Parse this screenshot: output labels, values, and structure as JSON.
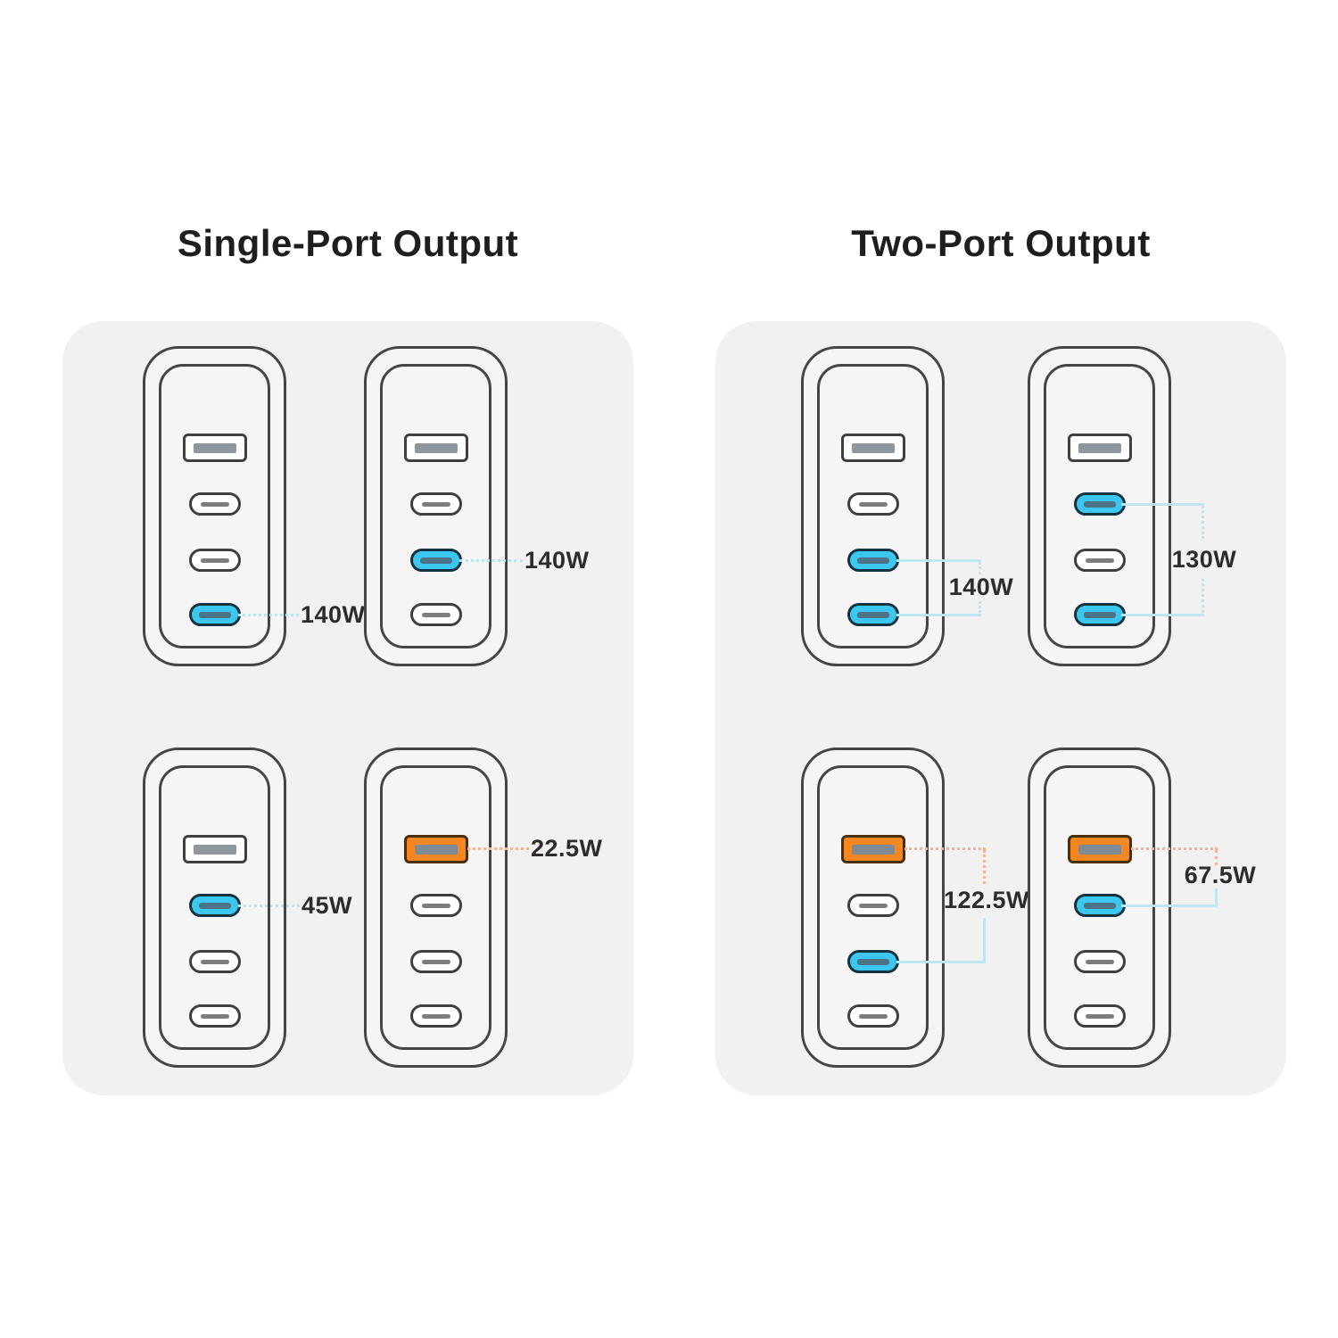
{
  "sections": [
    {
      "title": "Single-Port Output",
      "chargers": [
        {
          "label": "140W",
          "ports": [
            {
              "type": "usb-a",
              "active": false
            },
            {
              "type": "usb-c",
              "active": false
            },
            {
              "type": "usb-c",
              "active": false
            },
            {
              "type": "usb-c",
              "active": true,
              "highlight": "blue"
            }
          ]
        },
        {
          "label": "140W",
          "ports": [
            {
              "type": "usb-a",
              "active": false
            },
            {
              "type": "usb-c",
              "active": false
            },
            {
              "type": "usb-c",
              "active": true,
              "highlight": "blue"
            },
            {
              "type": "usb-c",
              "active": false
            }
          ]
        },
        {
          "label": "45W",
          "ports": [
            {
              "type": "usb-a",
              "active": false
            },
            {
              "type": "usb-c",
              "active": true,
              "highlight": "blue"
            },
            {
              "type": "usb-c",
              "active": false
            },
            {
              "type": "usb-c",
              "active": false
            }
          ]
        },
        {
          "label": "22.5W",
          "ports": [
            {
              "type": "usb-a",
              "active": true,
              "highlight": "orange"
            },
            {
              "type": "usb-c",
              "active": false
            },
            {
              "type": "usb-c",
              "active": false
            },
            {
              "type": "usb-c",
              "active": false
            }
          ]
        }
      ]
    },
    {
      "title": "Two-Port Output",
      "chargers": [
        {
          "label": "140W",
          "ports": [
            {
              "type": "usb-a",
              "active": false
            },
            {
              "type": "usb-c",
              "active": false
            },
            {
              "type": "usb-c",
              "active": true,
              "highlight": "blue"
            },
            {
              "type": "usb-c",
              "active": true,
              "highlight": "blue"
            }
          ]
        },
        {
          "label": "130W",
          "ports": [
            {
              "type": "usb-a",
              "active": false
            },
            {
              "type": "usb-c",
              "active": true,
              "highlight": "blue"
            },
            {
              "type": "usb-c",
              "active": false
            },
            {
              "type": "usb-c",
              "active": true,
              "highlight": "blue"
            }
          ]
        },
        {
          "label": "122.5W",
          "ports": [
            {
              "type": "usb-a",
              "active": true,
              "highlight": "orange"
            },
            {
              "type": "usb-c",
              "active": false
            },
            {
              "type": "usb-c",
              "active": true,
              "highlight": "blue"
            },
            {
              "type": "usb-c",
              "active": false
            }
          ]
        },
        {
          "label": "67.5W",
          "ports": [
            {
              "type": "usb-a",
              "active": true,
              "highlight": "orange"
            },
            {
              "type": "usb-c",
              "active": true,
              "highlight": "blue"
            },
            {
              "type": "usb-c",
              "active": false
            },
            {
              "type": "usb-c",
              "active": false
            }
          ]
        }
      ]
    }
  ],
  "colors": {
    "panel_background": "#f1f1f2",
    "outline": "#454545",
    "label_text": "#2c2c2c",
    "blue_port_fill": "#3bc7ef",
    "orange_port_fill": "#f6861f",
    "blue_connector": "#bfe7f3",
    "orange_connector": "#f7b193"
  }
}
